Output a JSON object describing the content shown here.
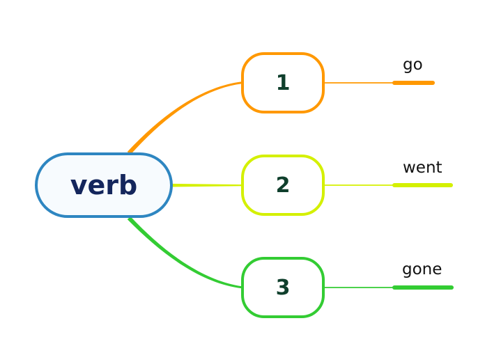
{
  "diagram": {
    "type": "mindmap",
    "background_color": "#ffffff",
    "root": {
      "label": "verb",
      "border_color": "#2E86C1",
      "fill_color": "#f7fbfe",
      "text_color": "#14265c"
    },
    "child_text_color": "#0f3f2c",
    "word_text_color": "#111111",
    "branches": [
      {
        "node_label": "1",
        "word": "go",
        "color": "#FF9800"
      },
      {
        "node_label": "2",
        "word": "went",
        "color": "#D4F000"
      },
      {
        "node_label": "3",
        "word": "gone",
        "color": "#33CC33"
      }
    ]
  }
}
